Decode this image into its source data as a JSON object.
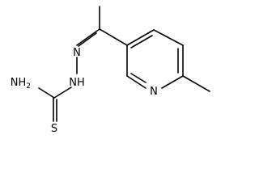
{
  "molecule": {
    "atoms": {
      "n_hydrazone": "N",
      "nh": "NH",
      "nh2": "NH",
      "nh2_subscript": "2",
      "n_pyridine": "N",
      "s": "S"
    }
  }
}
